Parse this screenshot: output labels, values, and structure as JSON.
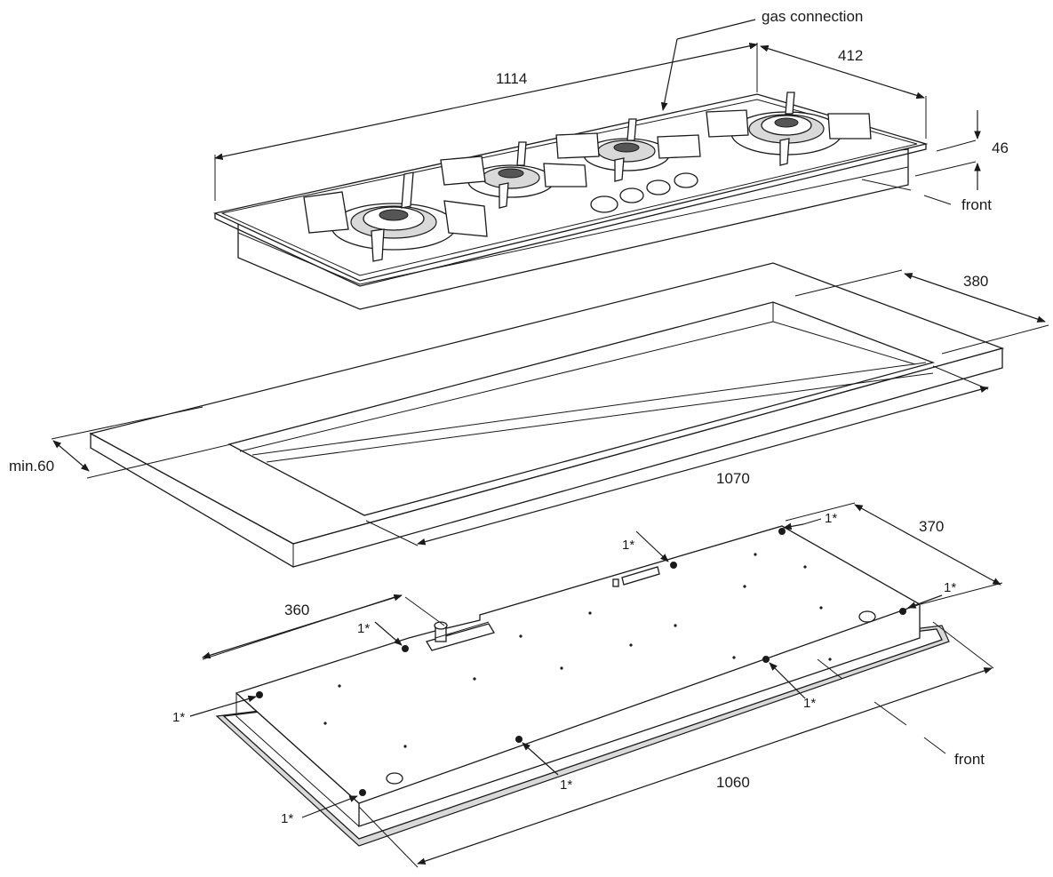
{
  "labels": {
    "gas_connection": "gas connection",
    "hob_length": "1114",
    "hob_depth": "412",
    "hob_height": "46",
    "front_top": "front",
    "cutout_depth": "380",
    "min_distance": "min.60",
    "cutout_length": "1070",
    "bottom_depth": "370",
    "bottom_width_left": "360",
    "bottom_length": "1060",
    "front_bottom": "front",
    "clearance_mark": "1*"
  }
}
